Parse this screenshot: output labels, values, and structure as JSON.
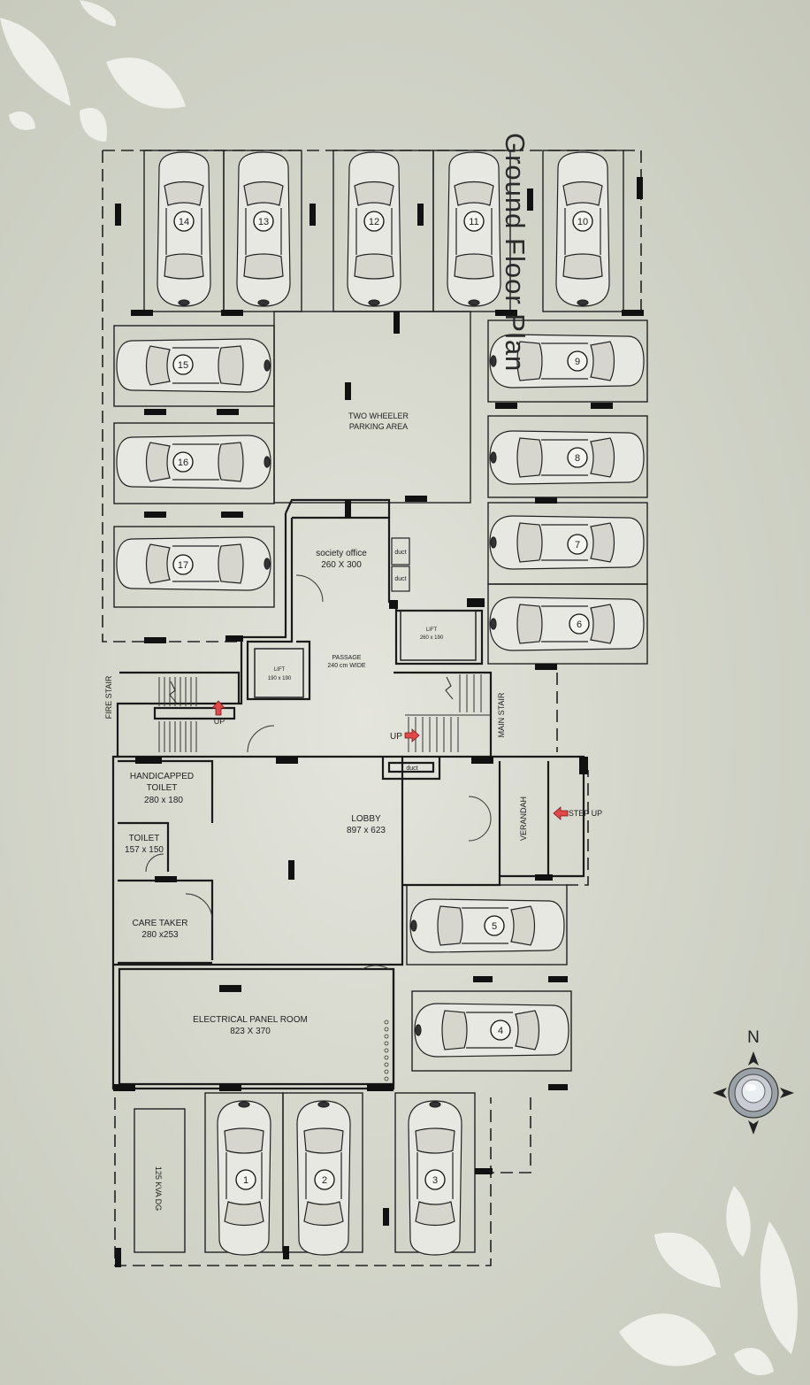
{
  "page": {
    "title": "Ground Floor Plan"
  },
  "rooms": {
    "two_wheeler": "TWO WHEELER",
    "two_wheeler_2": "PARKING AREA",
    "society_office": "society office",
    "society_office_dim": "260 X 300",
    "duct_1": "duct",
    "duct_2": "duct",
    "duct_3": "duct",
    "lift_right": "LIFT",
    "lift_right_dim": "260 x 190",
    "lift_left": "LIFT",
    "lift_left_dim": "190 x 190",
    "passage": "PASSAGE",
    "passage_dim": "240 cm WIDE",
    "fire_stair": "FIRE STAIR",
    "main_stair": "MAIN STAIR",
    "up_1": "UP",
    "up_2": "UP",
    "handicapped_1": "HANDICAPPED",
    "handicapped_2": "TOILET",
    "handicapped_dim": "280 x 180",
    "toilet": "TOILET",
    "toilet_dim": "157 x 150",
    "lobby": "LOBBY",
    "lobby_dim": "897  x  623",
    "verandah": "VERANDAH",
    "step_up": "STEP UP",
    "care_taker": "CARE TAKER",
    "care_taker_dim": "280 x253",
    "electrical": "ELECTRICAL PANEL ROOM",
    "electrical_dim": "823 X 370",
    "dg": "125 KVA DG"
  },
  "compass": {
    "north": "N"
  },
  "parking_numbers": [
    "1",
    "2",
    "3",
    "4",
    "5",
    "6",
    "7",
    "8",
    "9",
    "10",
    "11",
    "12",
    "13",
    "14",
    "15",
    "16",
    "17"
  ],
  "colors": {
    "line": "#1a1a1a",
    "arrow": "#d94040",
    "leaf": "#f2f2ec"
  }
}
